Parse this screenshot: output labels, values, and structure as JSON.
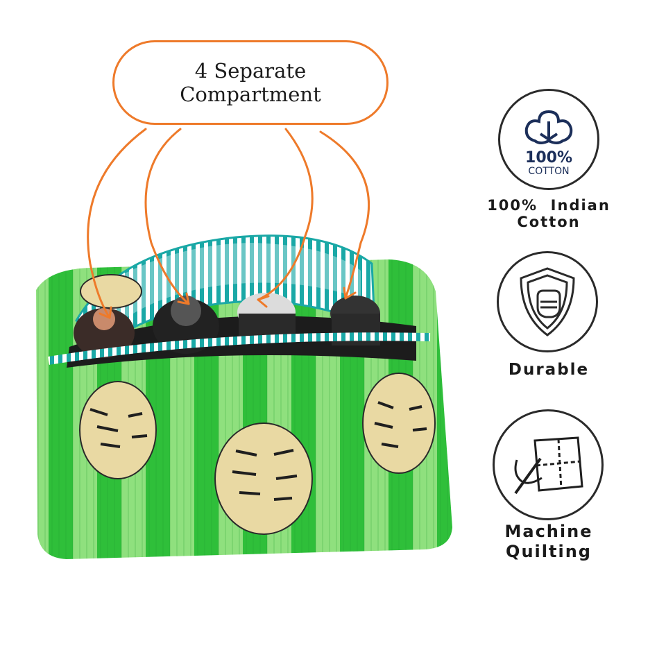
{
  "callout": {
    "line1": "4 Separate",
    "line2": "Compartment"
  },
  "features": [
    {
      "icon": "cotton-boll-icon",
      "badge_line1": "100%",
      "badge_line2": "COTTON",
      "line1": "100%  Indian",
      "line2": "Cotton"
    },
    {
      "icon": "shield-fist-icon",
      "line1": "Durable"
    },
    {
      "icon": "needle-quilting-icon",
      "line1": "Machine",
      "line2": "Quilting"
    }
  ],
  "colors": {
    "accent": "#ee7a2a",
    "bag_green": "#2fbf3a",
    "light_green": "#8fe07e",
    "lining_teal": "#1aa8a6"
  }
}
